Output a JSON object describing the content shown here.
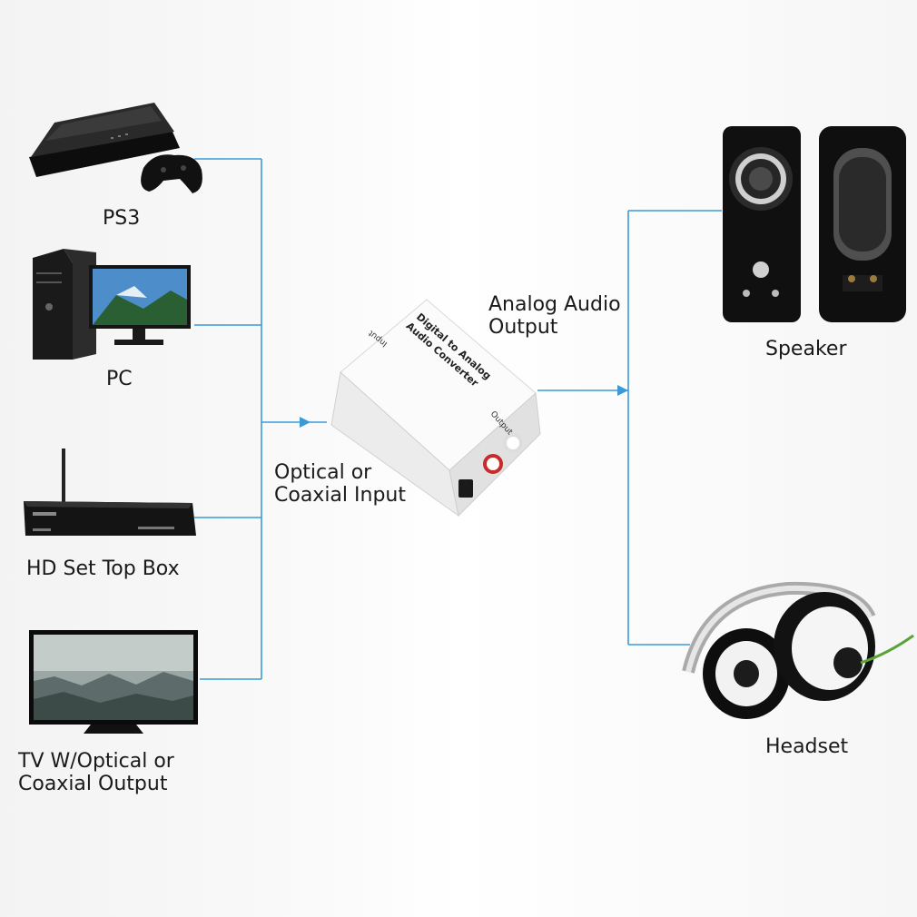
{
  "colors": {
    "connector": "#3a9ad9",
    "label_text": "#1a1a1a",
    "device_body": "#1b1b1b",
    "converter_body": "#f5f5f5"
  },
  "sources": [
    {
      "id": "ps3",
      "label_lines": [
        "PS3"
      ],
      "icon": "ps3-console-icon"
    },
    {
      "id": "pc",
      "label_lines": [
        "PC"
      ],
      "icon": "desktop-computer-icon"
    },
    {
      "id": "stb",
      "label_lines": [
        "HD Set Top Box"
      ],
      "icon": "set-top-box-icon"
    },
    {
      "id": "tv",
      "label_lines": [
        "TV W/Optical or",
        "Coaxial Output"
      ],
      "icon": "tv-icon"
    }
  ],
  "converter": {
    "icon": "converter-box-icon",
    "title_lines": [
      "Digital to Analog",
      "Audio Converter"
    ],
    "input_port_label": "Input",
    "output_port_label": "Output"
  },
  "input_label_lines": [
    "Optical or",
    "Coaxial Input"
  ],
  "output_label_lines": [
    "Analog Audio",
    "Output"
  ],
  "outputs": [
    {
      "id": "speaker",
      "label_lines": [
        "Speaker"
      ],
      "icon": "speaker-icon"
    },
    {
      "id": "headset",
      "label_lines": [
        "Headset"
      ],
      "icon": "headphones-icon"
    }
  ]
}
